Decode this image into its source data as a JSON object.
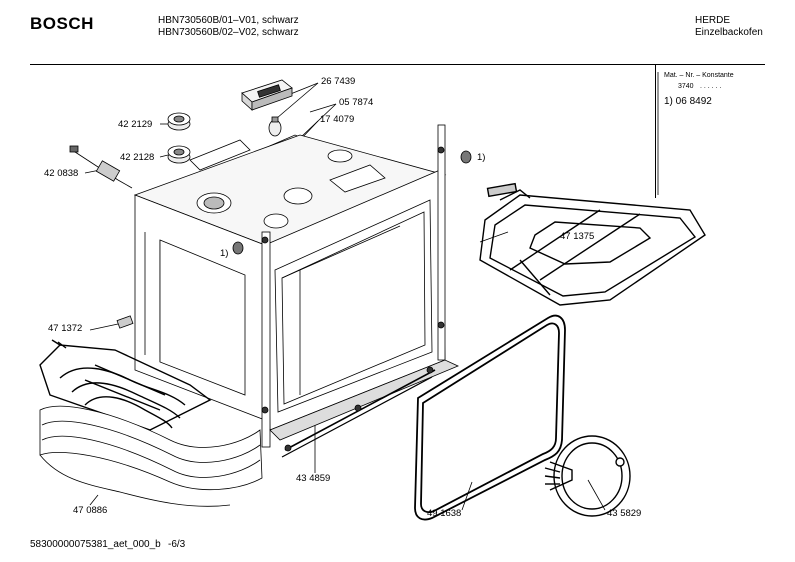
{
  "header": {
    "brand": "BOSCH",
    "model_line_1": "HBN730560B/01–V01, schwarz",
    "model_line_2": "HBN730560B/02–V02, schwarz",
    "category_line_1": "HERDE",
    "category_line_2": "Einzelbackofen"
  },
  "legend": {
    "heading": "Mat. – Nr. – Konstante",
    "row_value": "3740",
    "row_dots": ". . . . . .",
    "note": "1) 06 8492"
  },
  "part_numbers": {
    "p267439": "26 7439",
    "p057874": "05 7874",
    "p174079": "17 4079",
    "p422129": "42 2129",
    "p422128": "42 2128",
    "p420838": "42 0838",
    "note_right": "1)",
    "note_left": "1)",
    "p471375": "47 1375",
    "p471372": "47 1372",
    "p434859": "43 4859",
    "p470886": "47 0886",
    "p491638": "49 1638",
    "p435829": "43 5829"
  },
  "footer": {
    "doc_id": "58300000075381_aet_000_b",
    "page": "-6/3"
  }
}
